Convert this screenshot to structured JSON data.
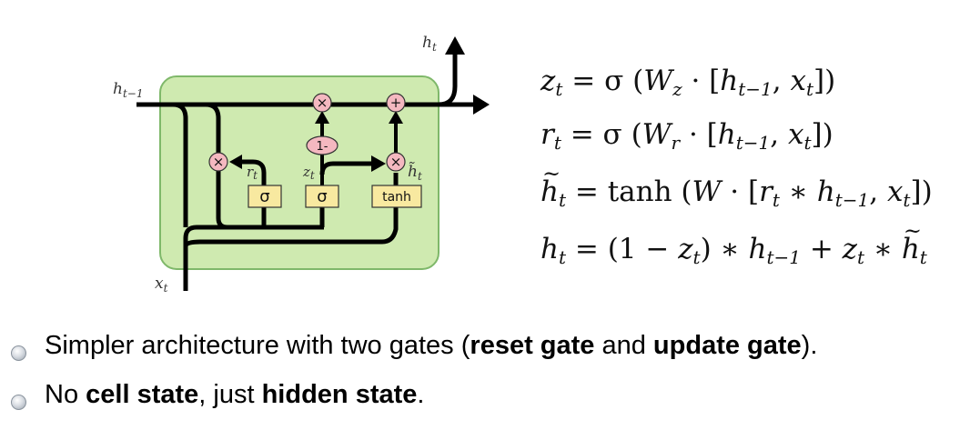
{
  "diagram": {
    "labels": {
      "h_out": "h",
      "h_out_sub": "t",
      "h_prev": "h",
      "h_prev_sub": "t−1",
      "x_in": "x",
      "x_in_sub": "t",
      "r_label": "r",
      "r_label_sub": "t",
      "z_label": "z",
      "z_label_sub": "t",
      "htilde_label": "h̃",
      "htilde_label_sub": "t"
    },
    "gates": {
      "sigma_r": "σ",
      "sigma_z": "σ",
      "tanh": "tanh"
    },
    "ops": {
      "mult_r": "×",
      "mult_top": "×",
      "mult_right": "×",
      "plus": "+",
      "one_minus": "1-"
    },
    "colors": {
      "cell_fill": "#cfeab0",
      "cell_stroke": "#7fb86a",
      "gate_fill": "#f8e9a0",
      "op_fill": "#f4b8c0"
    }
  },
  "equations": {
    "eq1": {
      "lhs": "z",
      "lhs_sub": "t",
      "mid": " = σ (",
      "w": "W",
      "w_sub": "z",
      "dot": " · [",
      "h": "h",
      "h_sub": "t−1",
      "comma": ", ",
      "x": "x",
      "x_sub": "t",
      "end": "])"
    },
    "eq2": {
      "lhs": "r",
      "lhs_sub": "t",
      "mid": " = σ (",
      "w": "W",
      "w_sub": "r",
      "dot": " · [",
      "h": "h",
      "h_sub": "t−1",
      "comma": ", ",
      "x": "x",
      "x_sub": "t",
      "end": "])"
    },
    "eq3": {
      "lhs": "h",
      "lhs_sub": "t",
      "mid": " = tanh (",
      "w": "W",
      "dot": " · [",
      "r": "r",
      "r_sub": "t",
      "star": " ∗ ",
      "h": "h",
      "h_sub": "t−1",
      "comma": ", ",
      "x": "x",
      "x_sub": "t",
      "end": "])"
    },
    "eq4": {
      "lhs": "h",
      "lhs_sub": "t",
      "mid": " = (1 − ",
      "z": "z",
      "z_sub": "t",
      "close": ") ∗ ",
      "h": "h",
      "h_sub": "t−1",
      "plus": " + ",
      "z2": "z",
      "z2_sub": "t",
      "star": " ∗ ",
      "ht": "h",
      "ht_sub": "t"
    }
  },
  "bullets": [
    {
      "pre": "Simpler architecture with two gates (",
      "b1": "reset gate",
      "mid": " and ",
      "b2": "update gate",
      "post": ")."
    },
    {
      "pre": "No ",
      "b1": "cell state",
      "mid": ", just ",
      "b2": "hidden state",
      "post": "."
    }
  ]
}
